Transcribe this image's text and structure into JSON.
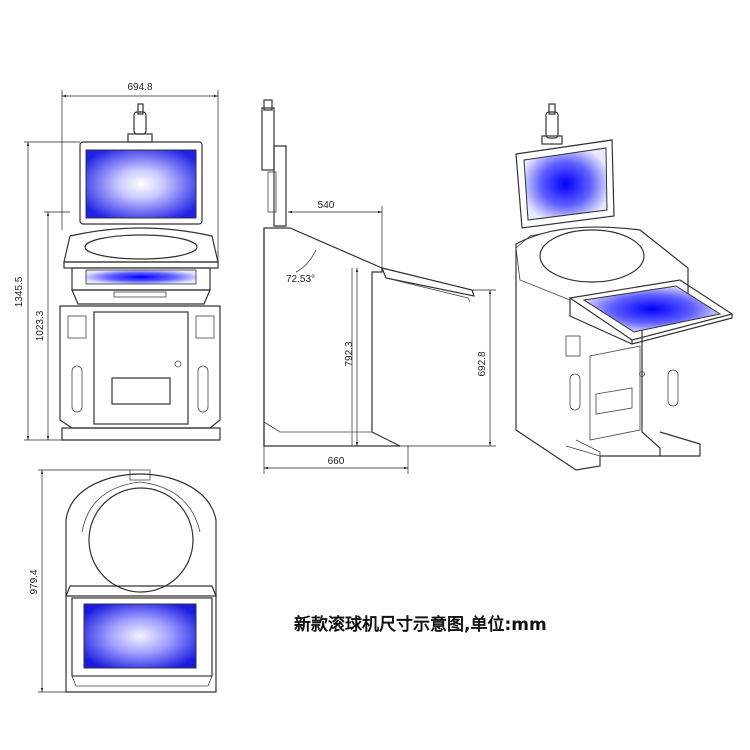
{
  "caption": "新款滚球机尺寸示意图,单位:mm",
  "dimensions": {
    "front_width": "694.8",
    "front_total_height": "1345.5",
    "front_cabinet_height": "1023.3",
    "side_top_depth": "540",
    "side_angle": "72.53°",
    "side_cabinet_height": "792.3",
    "side_console_height": "692.8",
    "side_base_depth": "660",
    "top_depth": "979.4"
  },
  "colors": {
    "screen_center": "#ffffff",
    "screen_edge": "#2222e6",
    "line": "#333333"
  }
}
